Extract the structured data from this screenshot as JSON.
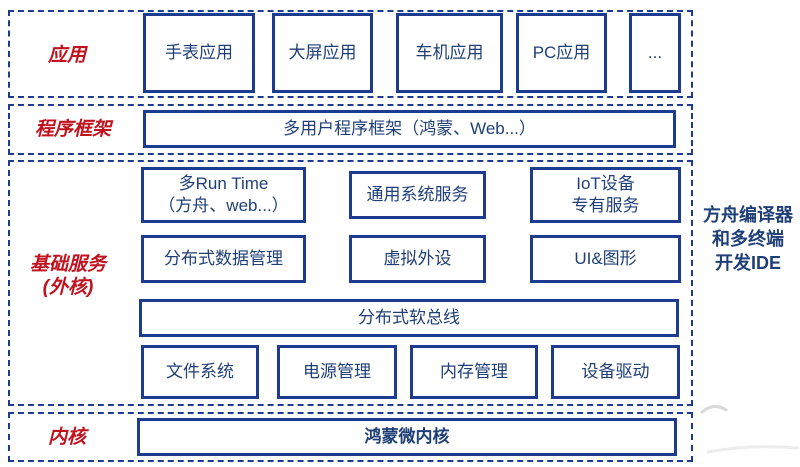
{
  "palette": {
    "border_blue": "#1e3c8f",
    "text_blue": "#1f3f77",
    "label_red": "#c0131f",
    "background": "#ffffff",
    "watermark_gray": "#d9d9d9"
  },
  "layers": {
    "app": {
      "label": "应用",
      "items": [
        "手表应用",
        "大屏应用",
        "车机应用",
        "PC应用",
        "..."
      ]
    },
    "framework": {
      "label": "程序框架",
      "items": [
        "多用户程序框架（鸿蒙、Web...）"
      ]
    },
    "services": {
      "label": "基础服务\n(外核)",
      "row1": [
        "多Run Time\n（方舟、web...）",
        "通用系统服务",
        "IoT设备\n专有服务"
      ],
      "row2": [
        "分布式数据管理",
        "虚拟外设",
        "UI&图形"
      ],
      "row3": [
        "分布式软总线"
      ],
      "row4": [
        "文件系统",
        "电源管理",
        "内存管理",
        "设备驱动"
      ]
    },
    "kernel": {
      "label": "内核",
      "items": [
        "鸿蒙微内核"
      ]
    }
  },
  "annotation": {
    "text": "方舟编译器\n和多终端\n开发IDE"
  }
}
